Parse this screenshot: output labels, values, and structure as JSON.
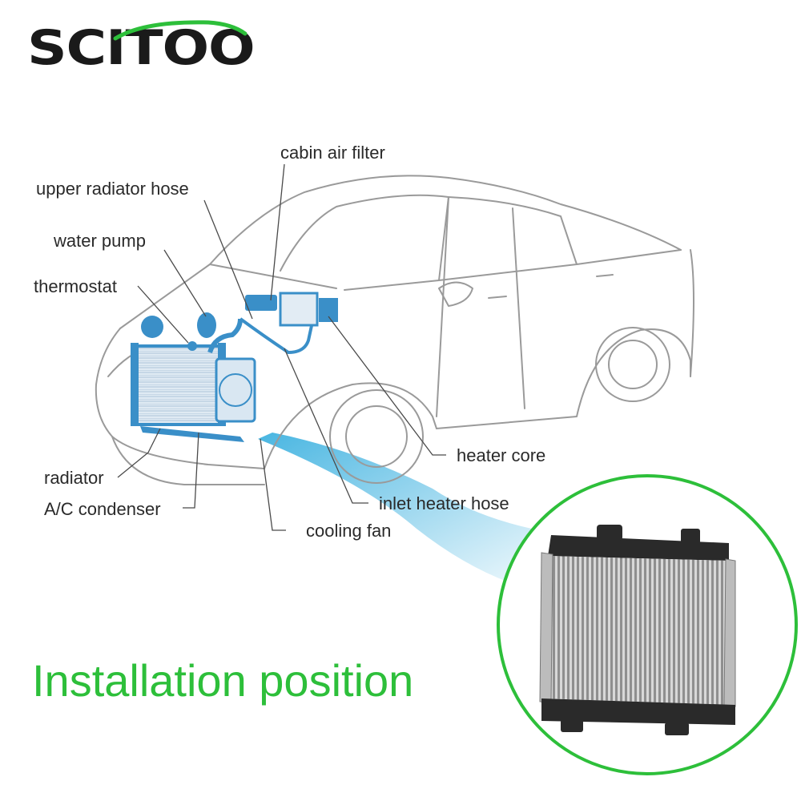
{
  "brand": {
    "name": "SCITOO"
  },
  "labels": {
    "cabin_air_filter": "cabin air filter",
    "upper_radiator_hose": "upper radiator hose",
    "water_pump": "water pump",
    "thermostat": "thermostat",
    "radiator": "radiator",
    "ac_condenser": "A/C condenser",
    "heater_core": "heater core",
    "inlet_heater_hose": "inlet heater hose",
    "cooling_fan": "cooling fan"
  },
  "headline": "Installation position",
  "colors": {
    "logo": "#1a1a1a",
    "accent_green": "#2dbf3a",
    "component_blue": "#3a8fc8",
    "beam_blue": "#3fb2e0",
    "car_outline": "#9a9a9a",
    "leader_line": "#4a4a4a"
  }
}
